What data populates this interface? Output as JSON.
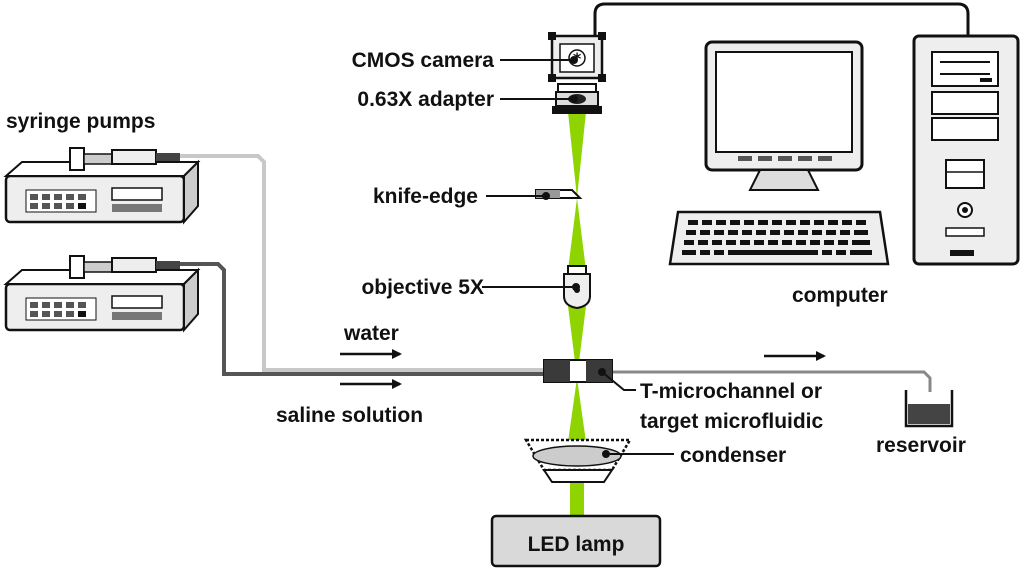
{
  "labels": {
    "cmos_camera": "CMOS camera",
    "adapter": "0.63X adapter",
    "syringe_pumps": "syringe pumps",
    "knife_edge": "knife-edge",
    "objective": "objective 5X",
    "computer": "computer",
    "water": "water",
    "saline": "saline solution",
    "microchannel_line1": "T-microchannel or",
    "microchannel_line2": "target microfluidic",
    "reservoir": "reservoir",
    "condenser": "condenser",
    "led_lamp": "LED lamp"
  },
  "colors": {
    "light_beam": "#8fd400",
    "tube_light": "#c8c8c8",
    "tube_dark": "#555555",
    "lamp_fill": "#d9d9d9",
    "channel_fill": "#3a3a3a"
  }
}
